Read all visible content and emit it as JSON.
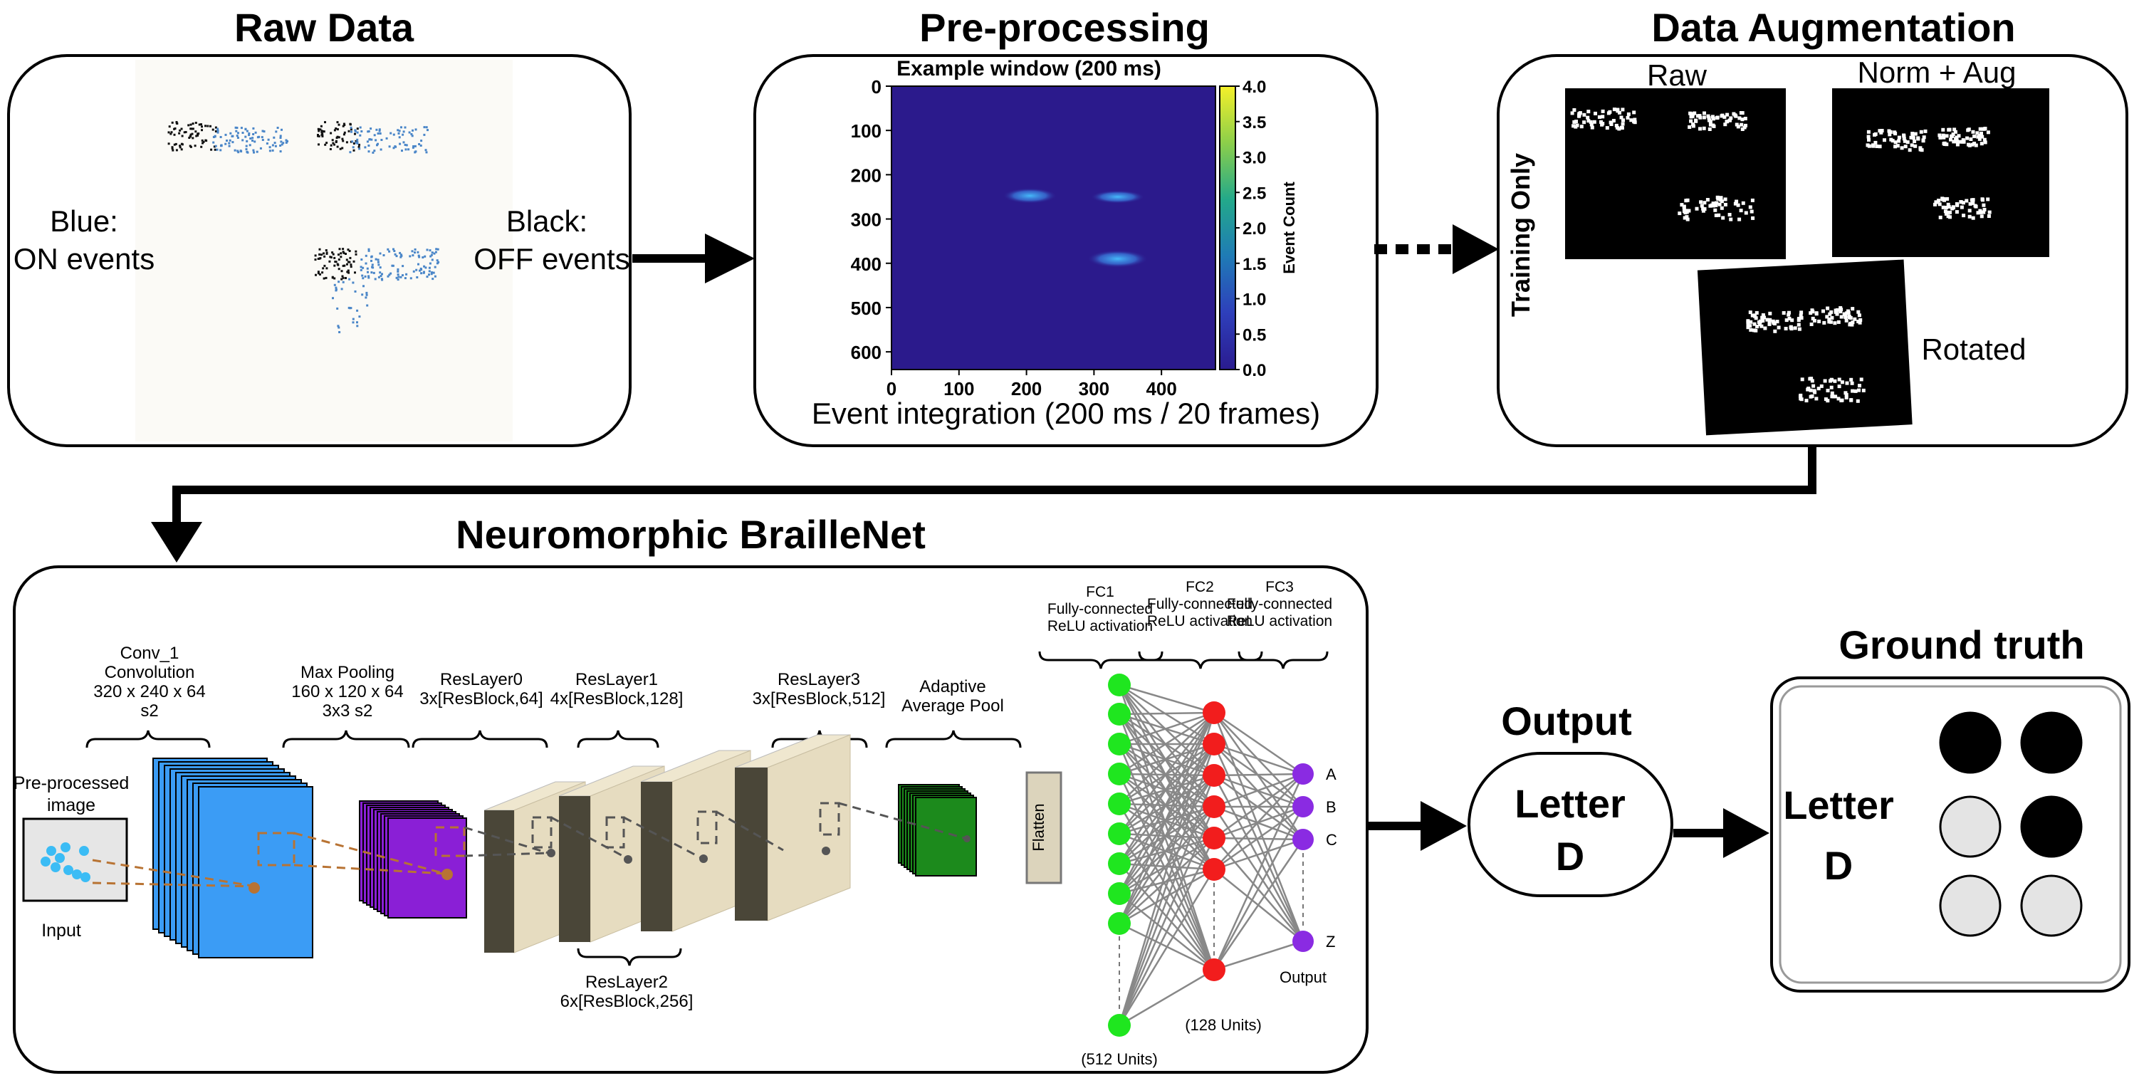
{
  "panels": {
    "raw_data": {
      "title": "Raw Data",
      "blue_label_1": "Blue:",
      "blue_label_2": "ON events",
      "black_label_1": "Black:",
      "black_label_2": "OFF events"
    },
    "preprocessing": {
      "title": "Pre-processing",
      "caption": "Event integration (200 ms / 20 frames)",
      "chart_data": {
        "type": "heatmap",
        "title": "Example window (200 ms)",
        "x_ticks": [
          "0",
          "100",
          "200",
          "300",
          "400"
        ],
        "y_ticks": [
          "0",
          "100",
          "200",
          "300",
          "400",
          "500",
          "600"
        ],
        "colorbar_label": "Event Count",
        "colorbar_ticks": [
          "0.0",
          "0.5",
          "1.0",
          "1.5",
          "2.0",
          "2.5",
          "3.0",
          "3.5",
          "4.0"
        ],
        "colorbar_range": [
          0,
          4
        ],
        "x_range": [
          0,
          480
        ],
        "y_range": [
          0,
          640
        ],
        "blobs": [
          {
            "x": [
              165,
              245
            ],
            "y": [
              230,
              265
            ]
          },
          {
            "x": [
              295,
              375
            ],
            "y": [
              235,
              265
            ]
          },
          {
            "x": [
              290,
              380
            ],
            "y": [
              370,
              410
            ]
          }
        ]
      }
    },
    "augmentation": {
      "title": "Data Augmentation",
      "side_label": "Training Only",
      "side_label_color": "#e8141b",
      "raw_label": "Raw",
      "norm_label": "Norm + Aug",
      "rotated_label": "Rotated"
    },
    "network": {
      "title": "Neuromorphic BrailleNet",
      "input_label_1": "Pre-processed",
      "input_label_2": "image",
      "input_caption": "Input",
      "conv1": [
        "Conv_1",
        "Convolution",
        "320 x 240 x 64",
        "s2"
      ],
      "maxpool": [
        "Max Pooling",
        "160 x 120 x 64",
        "3x3 s2"
      ],
      "res0": [
        "ResLayer0",
        "3x[ResBlock,64]"
      ],
      "res1": [
        "ResLayer1",
        "4x[ResBlock,128]"
      ],
      "res2": [
        "ResLayer2",
        "6x[ResBlock,256]"
      ],
      "res3": [
        "ResLayer3",
        "3x[ResBlock,512]"
      ],
      "avgpool": [
        "Adaptive",
        "Average Pool"
      ],
      "flatten": "Flatten",
      "fc1": [
        "FC1",
        "Fully-connected",
        "ReLU activation"
      ],
      "fc2": [
        "FC2",
        "Fully-connected",
        "ReLU activation"
      ],
      "fc3": [
        "FC3",
        "Fully-connected",
        "ReLU activation"
      ],
      "units_512": "(512 Units)",
      "units_128": "(128 Units)",
      "out_labels": [
        "A",
        "B",
        "C",
        "Z"
      ],
      "output_caption": "Output"
    },
    "output": {
      "title": "Output",
      "line1": "Letter",
      "line2": "D"
    },
    "ground_truth": {
      "title": "Ground truth",
      "line1": "Letter",
      "line2": "D",
      "braille_dots": [
        1,
        1,
        0,
        1,
        0,
        0
      ]
    }
  },
  "colors": {
    "blue_layer": "#3b9cf5",
    "purple_layer": "#8a1fd6",
    "beige_block": "#e6dcc0",
    "green_pool": "#1c8a1c",
    "fc1_node": "#1fe61f",
    "fc2_node": "#f21d1d",
    "fc3_node": "#8a2be2",
    "heat_bg": "#2b1a8c"
  }
}
